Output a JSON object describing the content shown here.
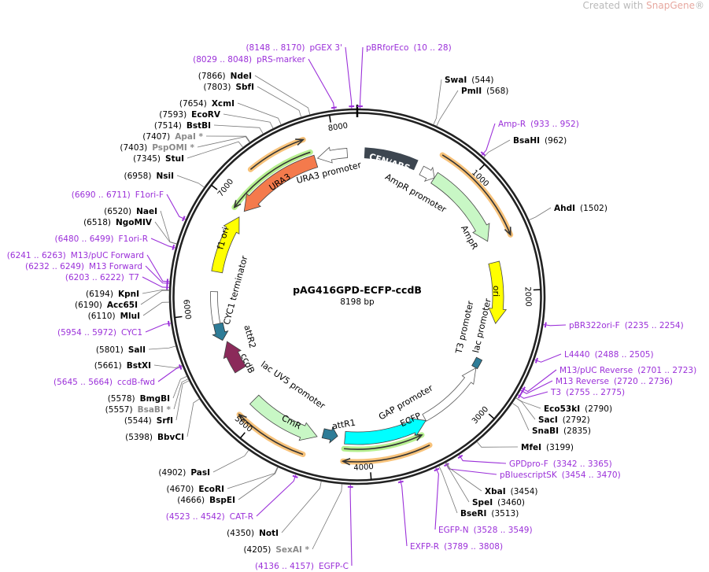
{
  "watermark": {
    "prefix": "Created with ",
    "brand": "SnapGene",
    "suffix": "®"
  },
  "plasmid": {
    "name": "pAG416GPD-ECFP-ccdB",
    "size_label": "8198 bp",
    "length": 8198
  },
  "ticks": [
    "1000",
    "2000",
    "3000",
    "4000",
    "5000",
    "6000",
    "7000",
    "8000"
  ],
  "colors": {
    "enzyme": "#000000",
    "nonunique": "#8a8a8a",
    "primer": "#9b30d9",
    "orange": "#f7c27a",
    "green": "#b6ef8f",
    "ura3": "#f47a4c",
    "ampr": "#c8f7c5",
    "ori": "#ffff00",
    "ecfp": "#00ffff",
    "teal": "#2e7c97",
    "ccdb": "#8b2a5a",
    "cen": "#3d4650"
  },
  "sites": [
    {
      "name": "pGEX 3'",
      "pos": "(8148 .. 8170)",
      "type": "primer",
      "at": 8159
    },
    {
      "name": "pRS-marker",
      "pos": "(8029 .. 8048)",
      "type": "primer",
      "at": 8038
    },
    {
      "name": "NdeI",
      "pos": "(7866)",
      "type": "enzyme",
      "at": 7866
    },
    {
      "name": "SbfI",
      "pos": "(7803)",
      "type": "enzyme",
      "at": 7803
    },
    {
      "name": "XcmI",
      "pos": "(7654)",
      "type": "enzyme",
      "at": 7654
    },
    {
      "name": "EcoRV",
      "pos": "(7593)",
      "type": "enzyme",
      "at": 7593
    },
    {
      "name": "BstBI",
      "pos": "(7514)",
      "type": "enzyme",
      "at": 7514
    },
    {
      "name": "ApaI *",
      "pos": "(7407)",
      "type": "nonunique",
      "at": 7407
    },
    {
      "name": "PspOMI *",
      "pos": "(7403)",
      "type": "nonunique",
      "at": 7403
    },
    {
      "name": "StuI",
      "pos": "(7345)",
      "type": "enzyme",
      "at": 7345
    },
    {
      "name": "NsiI",
      "pos": "(6958)",
      "type": "enzyme",
      "at": 6958
    },
    {
      "name": "F1ori-F",
      "pos": "(6690 .. 6711)",
      "type": "primer",
      "at": 6700
    },
    {
      "name": "NaeI",
      "pos": "(6520)",
      "type": "enzyme",
      "at": 6520
    },
    {
      "name": "NgoMIV",
      "pos": "(6518)",
      "type": "enzyme",
      "at": 6518
    },
    {
      "name": "F1ori-R",
      "pos": "(6480 .. 6499)",
      "type": "primer",
      "at": 6490
    },
    {
      "name": "M13/pUC Forward",
      "pos": "(6241 .. 6263)",
      "type": "primer",
      "at": 6252
    },
    {
      "name": "M13 Forward",
      "pos": "(6232 .. 6249)",
      "type": "primer",
      "at": 6240
    },
    {
      "name": "T7",
      "pos": "(6203 .. 6222)",
      "type": "primer",
      "at": 6212
    },
    {
      "name": "KpnI",
      "pos": "(6194)",
      "type": "enzyme",
      "at": 6194
    },
    {
      "name": "Acc65I",
      "pos": "(6190)",
      "type": "enzyme",
      "at": 6190
    },
    {
      "name": "MluI",
      "pos": "(6110)",
      "type": "enzyme",
      "at": 6110
    },
    {
      "name": "CYC1",
      "pos": "(5954 .. 5972)",
      "type": "primer",
      "at": 5963
    },
    {
      "name": "SalI",
      "pos": "(5801)",
      "type": "enzyme",
      "at": 5801
    },
    {
      "name": "BstXI",
      "pos": "(5661)",
      "type": "enzyme",
      "at": 5661
    },
    {
      "name": "ccdB-fwd",
      "pos": "(5645 .. 5664)",
      "type": "primer",
      "at": 5654
    },
    {
      "name": "BmgBI",
      "pos": "(5578)",
      "type": "enzyme",
      "at": 5578
    },
    {
      "name": "BsaBI *",
      "pos": "(5557)",
      "type": "nonunique",
      "at": 5557
    },
    {
      "name": "SrfI",
      "pos": "(5544)",
      "type": "enzyme",
      "at": 5544
    },
    {
      "name": "BbvCI",
      "pos": "(5398)",
      "type": "enzyme",
      "at": 5398
    },
    {
      "name": "PasI",
      "pos": "(4902)",
      "type": "enzyme",
      "at": 4902
    },
    {
      "name": "EcoRI",
      "pos": "(4670)",
      "type": "enzyme",
      "at": 4670
    },
    {
      "name": "BspEI",
      "pos": "(4666)",
      "type": "enzyme",
      "at": 4666
    },
    {
      "name": "CAT-R",
      "pos": "(4523 .. 4542)",
      "type": "primer",
      "at": 4532
    },
    {
      "name": "NotI",
      "pos": "(4350)",
      "type": "enzyme",
      "at": 4350
    },
    {
      "name": "SexAI *",
      "pos": "(4205)",
      "type": "nonunique",
      "at": 4205
    },
    {
      "name": "EGFP-C",
      "pos": "(4136 .. 4157)",
      "type": "primer",
      "at": 4146
    },
    {
      "name": "pBRforEco",
      "pos": "(10 .. 28)",
      "type": "primer",
      "at": 19
    },
    {
      "name": "SwaI",
      "pos": "(544)",
      "type": "enzyme",
      "at": 544
    },
    {
      "name": "PmlI",
      "pos": "(568)",
      "type": "enzyme",
      "at": 568
    },
    {
      "name": "Amp-R",
      "pos": "(933 .. 952)",
      "type": "primer",
      "at": 942
    },
    {
      "name": "BsaHI",
      "pos": "(962)",
      "type": "enzyme",
      "at": 962
    },
    {
      "name": "AhdI",
      "pos": "(1502)",
      "type": "enzyme",
      "at": 1502
    },
    {
      "name": "pBR322ori-F",
      "pos": "(2235 .. 2254)",
      "type": "primer",
      "at": 2244
    },
    {
      "name": "L4440",
      "pos": "(2488 .. 2505)",
      "type": "primer",
      "at": 2496
    },
    {
      "name": "M13/pUC Reverse",
      "pos": "(2701 .. 2723)",
      "type": "primer",
      "at": 2712
    },
    {
      "name": "M13 Reverse",
      "pos": "(2720 .. 2736)",
      "type": "primer",
      "at": 2728
    },
    {
      "name": "T3",
      "pos": "(2755 .. 2775)",
      "type": "primer",
      "at": 2765
    },
    {
      "name": "Eco53kI",
      "pos": "(2790)",
      "type": "enzyme",
      "at": 2790
    },
    {
      "name": "SacI",
      "pos": "(2792)",
      "type": "enzyme",
      "at": 2792
    },
    {
      "name": "SnaBI",
      "pos": "(2835)",
      "type": "enzyme",
      "at": 2835
    },
    {
      "name": "MfeI",
      "pos": "(3199)",
      "type": "enzyme",
      "at": 3199
    },
    {
      "name": "GPDpro-F",
      "pos": "(3342 .. 3365)",
      "type": "primer",
      "at": 3353
    },
    {
      "name": "pBluescriptSK",
      "pos": "(3454 .. 3470)",
      "type": "primer",
      "at": 3462
    },
    {
      "name": "XbaI",
      "pos": "(3454)",
      "type": "enzyme",
      "at": 3454
    },
    {
      "name": "SpeI",
      "pos": "(3460)",
      "type": "enzyme",
      "at": 3460
    },
    {
      "name": "BseRI",
      "pos": "(3513)",
      "type": "enzyme",
      "at": 3513
    },
    {
      "name": "EGFP-N",
      "pos": "(3528 .. 3549)",
      "type": "primer",
      "at": 3538
    },
    {
      "name": "EXFP-R",
      "pos": "(3789 .. 3808)",
      "type": "primer",
      "at": 3798
    }
  ],
  "features": [
    {
      "name": "CEN/ARS"
    },
    {
      "name": "URA3 promoter"
    },
    {
      "name": "URA3"
    },
    {
      "name": "AmpR promoter"
    },
    {
      "name": "AmpR"
    },
    {
      "name": "ori"
    },
    {
      "name": "T3 promoter"
    },
    {
      "name": "lac promoter"
    },
    {
      "name": "GAP promoter"
    },
    {
      "name": "ECFP"
    },
    {
      "name": "attR1"
    },
    {
      "name": "CmR"
    },
    {
      "name": "lac UV5 promoter"
    },
    {
      "name": "ccdB"
    },
    {
      "name": "attR2"
    },
    {
      "name": "CYC1 terminator"
    },
    {
      "name": "f1 ori"
    }
  ]
}
